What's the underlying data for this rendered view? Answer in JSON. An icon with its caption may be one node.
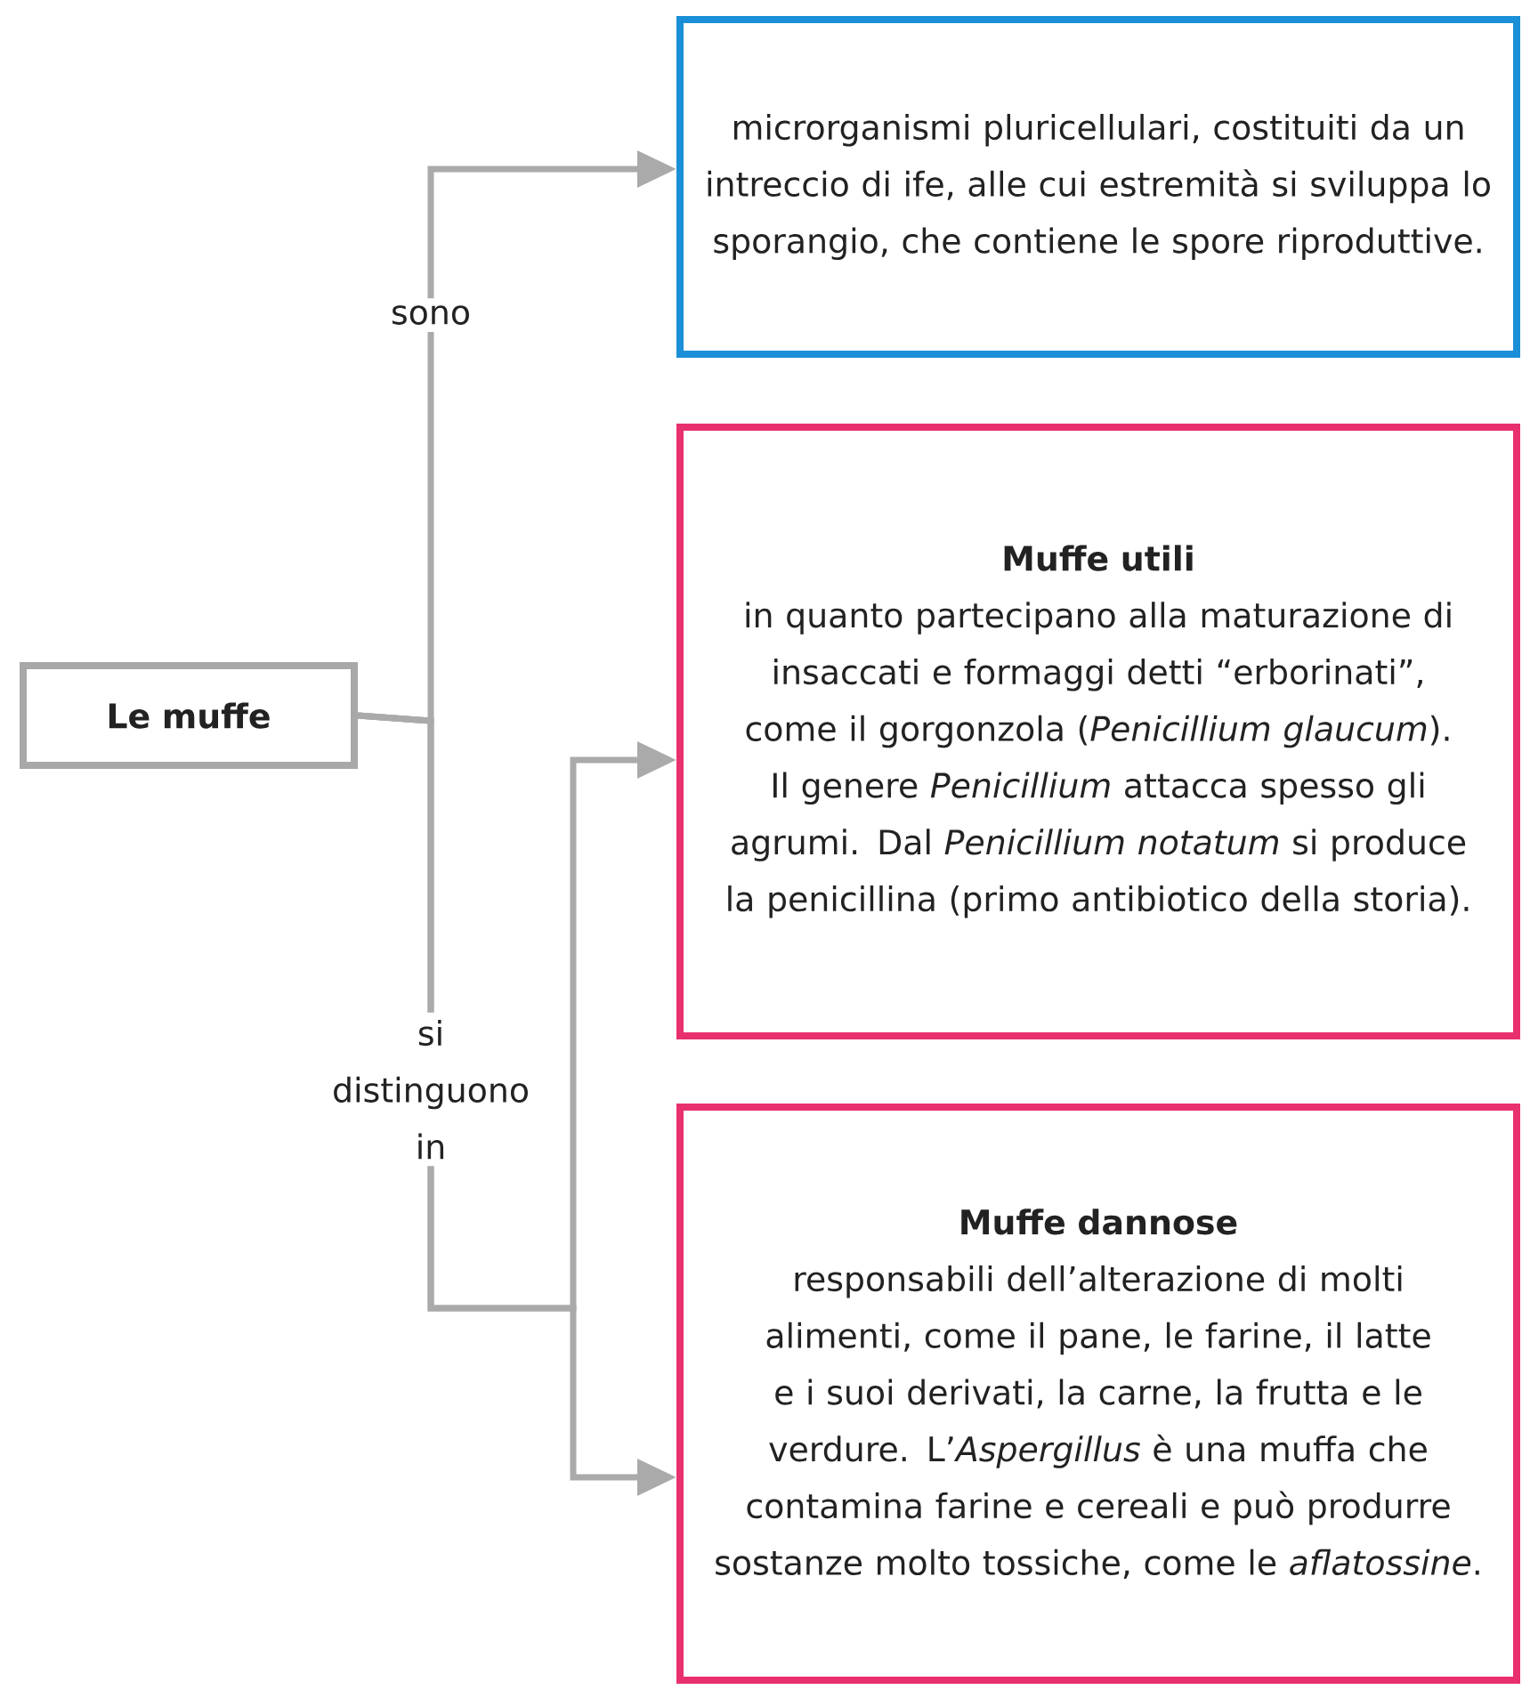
{
  "diagram": {
    "nodes": [
      {
        "text": [
          "Le muffe"
        ]
      },
      {
        "text": [
          "microrganismi pluricellulari, costituiti da un intreccio di ife, alle cui estremità si sviluppa lo sporangio, che contiene le spore riproduttive."
        ]
      },
      {
        "text": [
          "Muffe utili",
          "in quanto partecipano alla maturazione di insaccati e formaggi detti “erborinati”, come il gorgonzola (*Penicillium glaucum*). Il genere *Penicillium* attacca spesso gli agrumi. Dal *Penicillium notatum* si produce la penicillina (primo antibiotico della storia)."
        ]
      },
      {
        "text": [
          "Muffe dannose",
          "responsabili dell’alterazione di molti alimenti, come il pane, le farine, il latte e i suoi derivati, la carne, la frutta e le verdure. L’*Aspergillus* è una muffa che contamina farine e cereali e può produrre sostanze molto tossiche, come le *aflatossine*."
        ]
      }
    ],
    "edges": [
      {
        "from": 0,
        "to": 1,
        "arrow": "to",
        "label": "sono"
      },
      {
        "from": 0,
        "to": 2,
        "arrow": "to",
        "label": "si distinguono in"
      },
      {
        "from": 0,
        "to": 3,
        "arrow": "to"
      }
    ]
  }
}
